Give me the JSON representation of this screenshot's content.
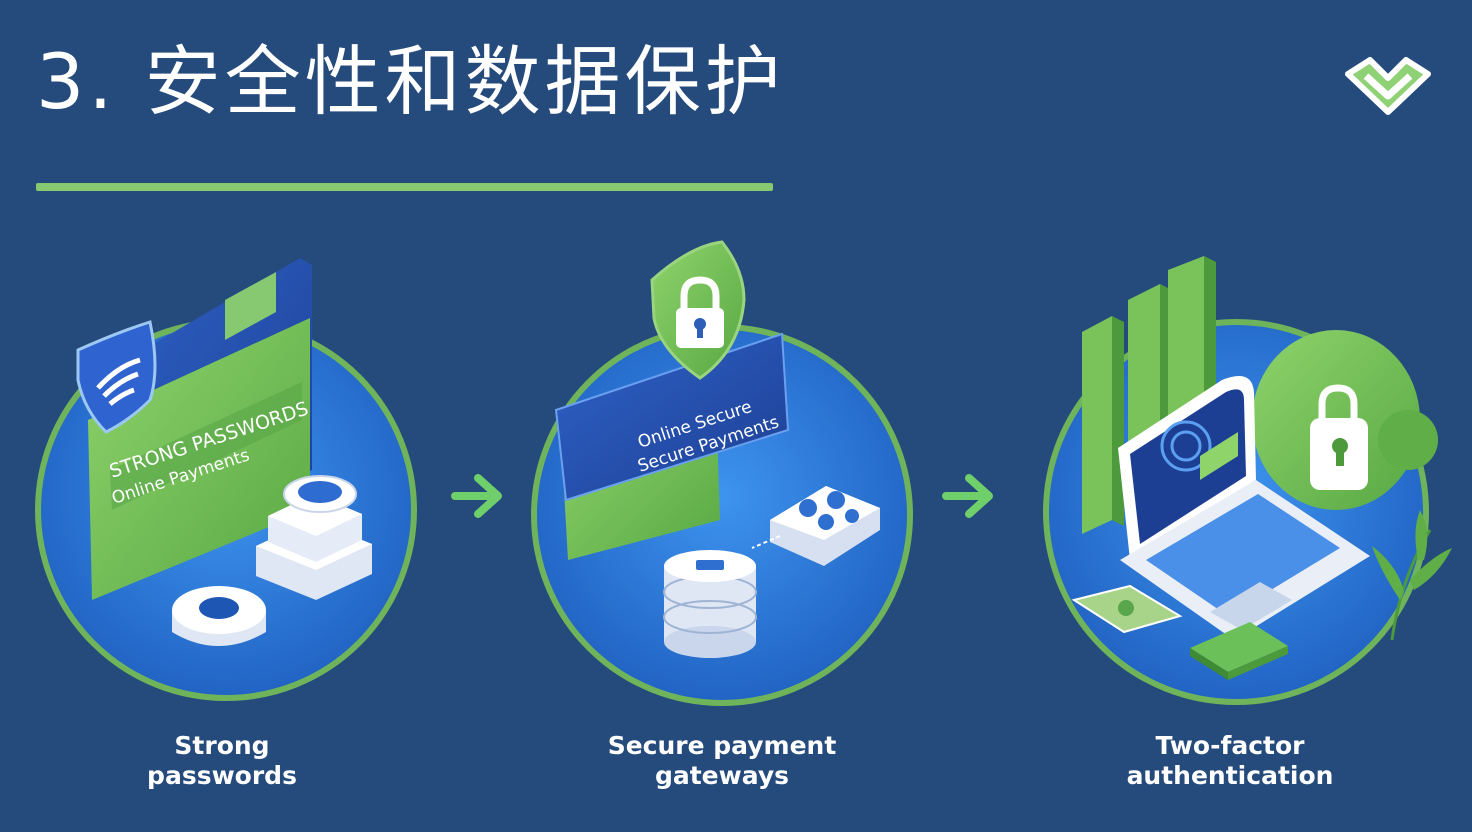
{
  "header": {
    "title": "3. 安全性和数据保护"
  },
  "badge": {
    "icon": "chevron-down-icon",
    "color": "#86c970"
  },
  "colors": {
    "background": "#254a7c",
    "accent_green": "#86c970",
    "circle_blue": "#2f7ad6",
    "circle_ring": "#6fb45a"
  },
  "steps": [
    {
      "caption_line1": "Strong",
      "caption_line2": "passwords",
      "folder_text_line1": "STRONG PASSWORDS",
      "folder_text_line2": "Online Payments"
    },
    {
      "caption_line1": "Secure payment",
      "caption_line2": "gateways",
      "card_text_line1": "Online Secure",
      "card_text_line2": "Secure Payments"
    },
    {
      "caption_line1": "Two-factor",
      "caption_line2": "authentication"
    }
  ],
  "arrows": [
    "arrow-right-icon",
    "arrow-right-icon"
  ]
}
